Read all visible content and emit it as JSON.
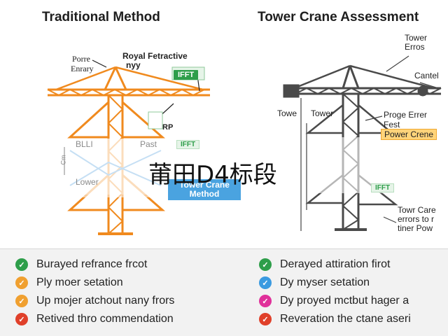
{
  "header": {
    "left_title": "Traditional Method",
    "right_title": "Tower Crane Assessment"
  },
  "left_diagram": {
    "label_porre": "Porre",
    "label_enrary": "Enrary",
    "label_royal": "Royal Fetractive",
    "label_nyy": "nyy",
    "tag_ifft_top": "IFFT",
    "label_rp": "RP",
    "tag_ifft_mid": "IFFT",
    "label_blli": "BLLI",
    "label_past": "Past",
    "label_lower": "Lower",
    "label_cm": "Cm",
    "tag_method_line1": "Tower Crane",
    "tag_method_line2": "Method",
    "crane_color": "#f08a1e"
  },
  "right_diagram": {
    "label_tower_top": "Tower",
    "label_erros": "Erros",
    "label_cantel": "Cantel",
    "label_towe": "Towe",
    "label_tower_mid": "Tower",
    "label_proge": "Proge Errer",
    "label_fest": "Fest",
    "tag_power": "Power Crene",
    "tag_ifft": "IFFT",
    "note_line1": "Towr Care",
    "note_line2": "errors to r",
    "note_line3": "tiner Pow",
    "crane_color": "#4a4a4a"
  },
  "watermark": "莆田D4标段",
  "left_list": [
    {
      "text": "Burayed refrance frcot",
      "icon": "check-icon",
      "color": "#2e9e4a"
    },
    {
      "text": "Ply moer setation",
      "icon": "check-icon",
      "color": "#f0a030"
    },
    {
      "text": "Up mojer atchout nany frors",
      "icon": "check-icon",
      "color": "#f0a030"
    },
    {
      "text": "Retived thro commendation",
      "icon": "check-icon",
      "color": "#e0402a"
    }
  ],
  "right_list": [
    {
      "text": "Derayed attiration firot",
      "icon": "check-icon",
      "color": "#2e9e4a"
    },
    {
      "text": "Dy myser setation",
      "icon": "check-icon",
      "color": "#3a9ae0"
    },
    {
      "text": "Dy proyed mctbut hager a",
      "icon": "check-icon",
      "color": "#e0309a"
    },
    {
      "text": "Reveration the ctane aseri",
      "icon": "check-icon",
      "color": "#e0402a"
    }
  ]
}
